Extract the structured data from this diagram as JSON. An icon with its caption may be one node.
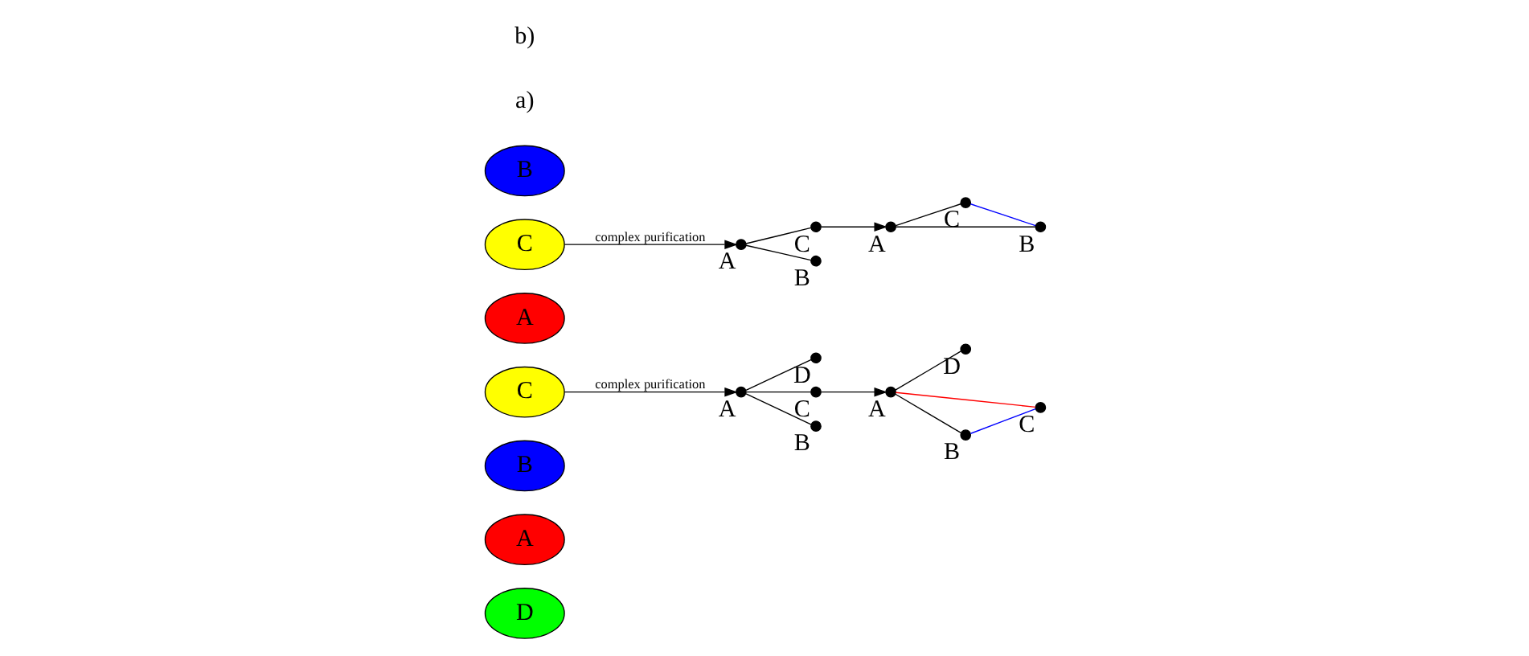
{
  "diagram": {
    "nodes": [
      {
        "text": [
          "D"
        ]
      },
      {
        "text": [
          "A"
        ]
      },
      {
        "text": [
          "B"
        ]
      },
      {
        "text": [
          "C"
        ]
      },
      {
        "text": [],
        "shape": "circle",
        "beside": [
          "D"
        ]
      },
      {
        "text": [],
        "shape": "circle",
        "beside": [
          "A"
        ]
      },
      {
        "text": [],
        "shape": "circle",
        "beside": [
          "C"
        ]
      },
      {
        "text": [],
        "shape": "circle",
        "beside": [
          "B"
        ]
      },
      {
        "text": [],
        "shape": "circle",
        "beside": [
          "D"
        ]
      },
      {
        "text": [],
        "shape": "circle",
        "beside": [
          "A"
        ]
      },
      {
        "text": [],
        "shape": "circle",
        "beside": [
          "C"
        ]
      },
      {
        "text": [],
        "shape": "circle",
        "beside": [
          "B"
        ]
      },
      {
        "text": [
          "A"
        ]
      },
      {
        "text": [
          "C"
        ]
      },
      {
        "text": [
          "B"
        ]
      },
      {
        "text": [],
        "shape": "circle",
        "beside": [
          "C"
        ]
      },
      {
        "text": [],
        "shape": "circle",
        "beside": [
          "A"
        ]
      },
      {
        "text": [],
        "shape": "circle",
        "beside": [
          "B"
        ]
      },
      {
        "text": [],
        "shape": "circle",
        "beside": [
          "C"
        ]
      },
      {
        "text": [],
        "shape": "circle",
        "beside": [
          "A"
        ]
      },
      {
        "text": [],
        "shape": "circle",
        "beside": [
          "B"
        ]
      }
    ],
    "edges": [
      {
        "from": 3,
        "to": 5,
        "arrow": "to",
        "label": "complex purification"
      },
      {
        "from": 5,
        "to": 4,
        "arrow": "none"
      },
      {
        "from": 5,
        "to": 6,
        "arrow": "none"
      },
      {
        "from": 5,
        "to": 7,
        "arrow": "none"
      },
      {
        "from": 6,
        "to": 9,
        "arrow": "to"
      },
      {
        "from": 9,
        "to": 8,
        "arrow": "none"
      },
      {
        "from": 9,
        "to": 10,
        "arrow": "none",
        "color": "#ff0000"
      },
      {
        "from": 9,
        "to": 11,
        "arrow": "none"
      },
      {
        "from": 11,
        "to": 10,
        "arrow": "none",
        "color": "#0000ff"
      },
      {
        "from": 13,
        "to": 16,
        "arrow": "to",
        "label": "complex purification"
      },
      {
        "from": 16,
        "to": 15,
        "arrow": "none"
      },
      {
        "from": 16,
        "to": 17,
        "arrow": "none"
      },
      {
        "from": 15,
        "to": 19,
        "arrow": "to"
      },
      {
        "from": 19,
        "to": 18,
        "arrow": "none"
      },
      {
        "from": 19,
        "to": 20,
        "arrow": "none"
      },
      {
        "from": 18,
        "to": 20,
        "arrow": "none",
        "color": "#0000ff"
      }
    ],
    "labels": [
      "a)",
      "b)"
    ]
  }
}
